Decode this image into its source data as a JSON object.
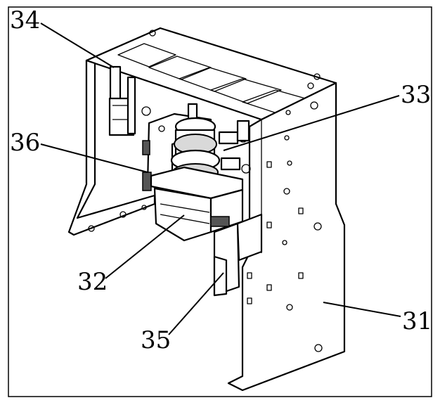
{
  "labels": {
    "l31": "31",
    "l32": "32",
    "l33": "33",
    "l34": "34",
    "l35": "35",
    "l36": "36"
  }
}
